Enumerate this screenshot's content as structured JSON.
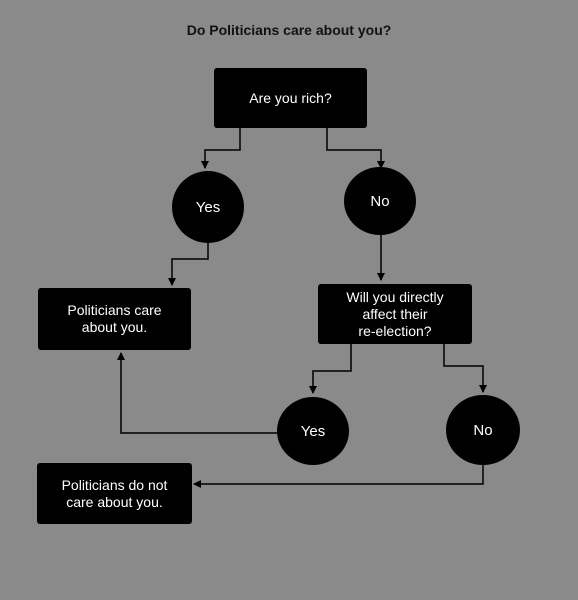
{
  "title": "Do Politicians care about you?",
  "nodes": {
    "q_rich": "Are you rich?",
    "yes_rich": "Yes",
    "no_rich": "No",
    "cares": "Politicians care\nabout you.",
    "q_reelection": "Will you directly\naffect their\nre-election?",
    "yes_reelection": "Yes",
    "no_reelection": "No",
    "not_care": "Politicians do not\ncare about you."
  },
  "edges": [
    {
      "from": "q_rich",
      "to": "yes_rich"
    },
    {
      "from": "q_rich",
      "to": "no_rich"
    },
    {
      "from": "yes_rich",
      "to": "cares"
    },
    {
      "from": "no_rich",
      "to": "q_reelection"
    },
    {
      "from": "q_reelection",
      "to": "yes_reelection"
    },
    {
      "from": "q_reelection",
      "to": "no_reelection"
    },
    {
      "from": "yes_reelection",
      "to": "cares"
    },
    {
      "from": "no_reelection",
      "to": "not_care"
    }
  ]
}
